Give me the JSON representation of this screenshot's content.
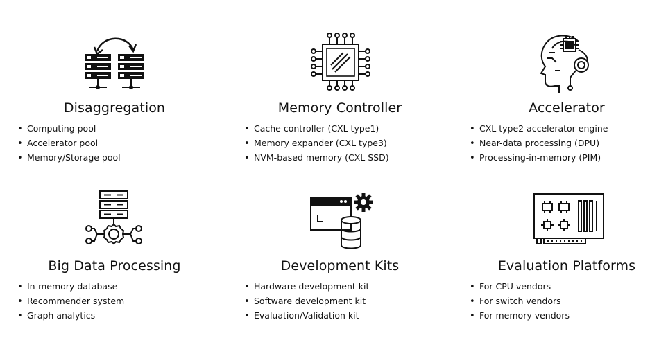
{
  "sections": [
    {
      "icon": "server-migration-icon",
      "title": "Disaggregation",
      "items": [
        "Computing pool",
        "Accelerator pool",
        "Memory/Storage pool"
      ]
    },
    {
      "icon": "memory-chip-icon",
      "title": "Memory Controller",
      "items": [
        "Cache controller (CXL type1)",
        "Memory expander (CXL type3)",
        "NVM-based memory (CXL SSD)"
      ]
    },
    {
      "icon": "ai-head-icon",
      "title": "Accelerator",
      "items": [
        "CXL type2 accelerator engine",
        "Near-data processing (DPU)",
        "Processing-in-memory (PIM)"
      ]
    },
    {
      "icon": "server-network-gear-icon",
      "title": "Big Data Processing",
      "items": [
        "In-memory database",
        "Recommender system",
        "Graph analytics"
      ]
    },
    {
      "icon": "dev-database-gear-icon",
      "title": "Development Kits",
      "items": [
        "Hardware development kit",
        "Software development kit",
        "Evaluation/Validation kit"
      ]
    },
    {
      "icon": "circuit-board-icon",
      "title": "Evaluation Platforms",
      "items": [
        "For CPU vendors",
        "For switch vendors",
        "For memory vendors"
      ]
    }
  ]
}
